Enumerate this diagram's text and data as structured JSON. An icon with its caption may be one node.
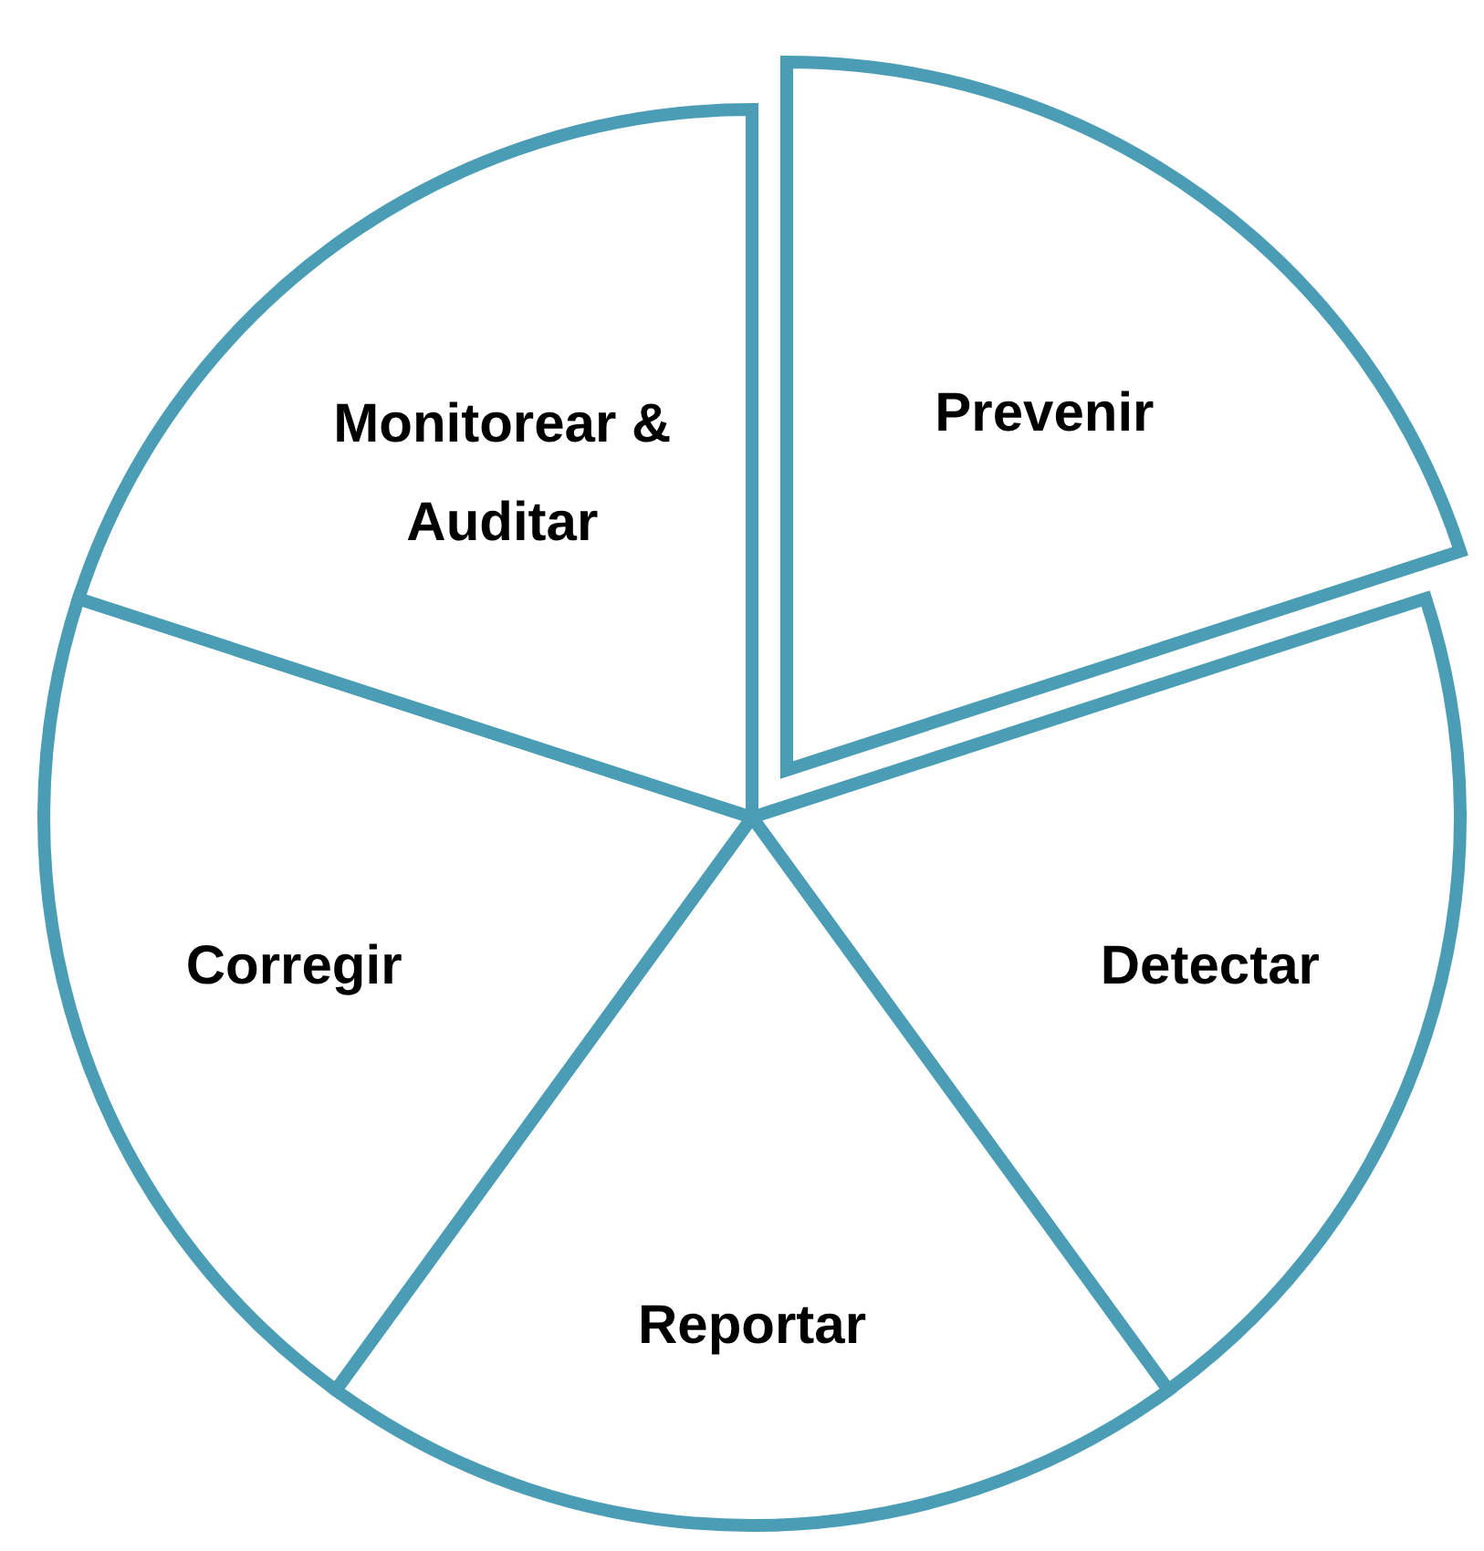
{
  "diagram": {
    "nodes": [
      {
        "text": [
          "Prevenir"
        ]
      },
      {
        "text": [
          "Detectar"
        ]
      },
      {
        "text": [
          "Reportar"
        ]
      },
      {
        "text": [
          "Corregir"
        ]
      },
      {
        "text": [
          "Monitorear & Auditar"
        ]
      }
    ]
  }
}
